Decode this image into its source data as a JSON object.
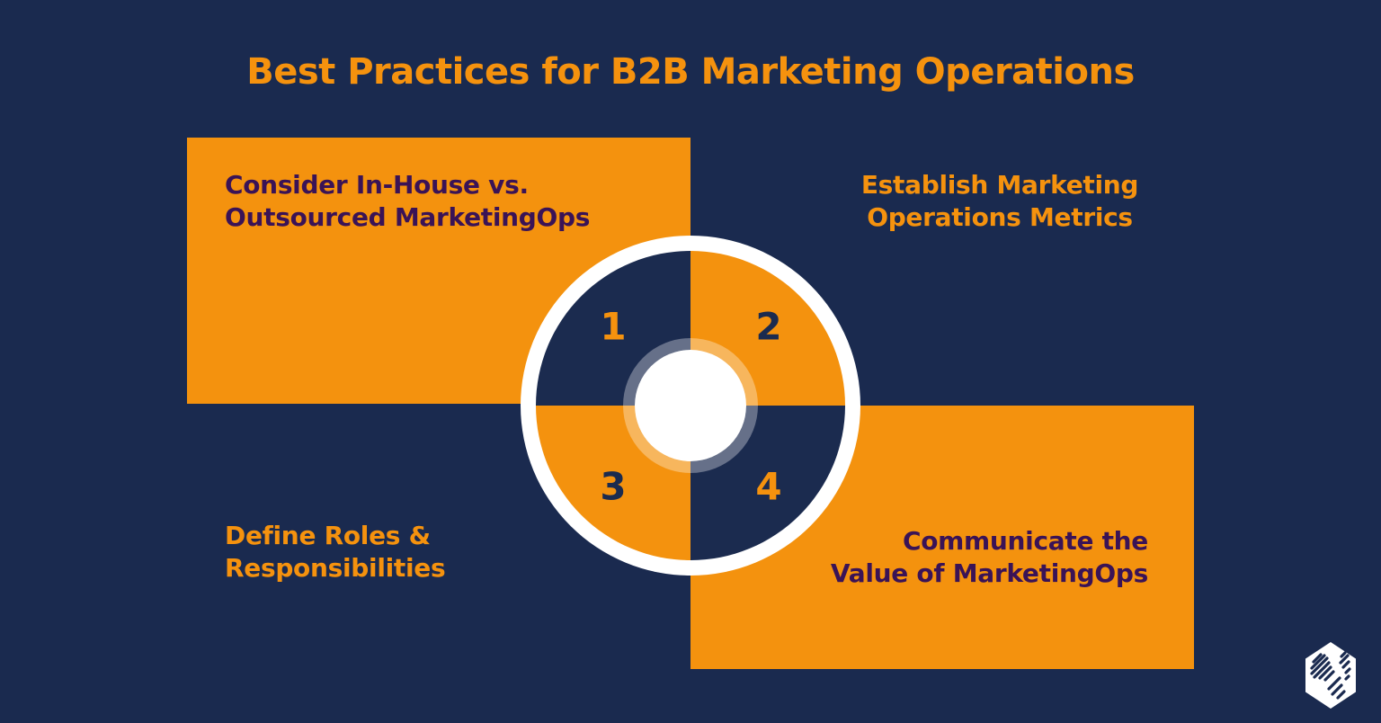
{
  "colors": {
    "background_navy": "#1A2A4F",
    "quadrant_navy": "#1B2B4F",
    "orange": "#F4920E",
    "purple_text": "#3A1356",
    "white": "#FFFFFF",
    "hub_halo": "rgba(255,255,255,0.33)"
  },
  "header": {
    "title": "Best Practices for B2B Marketing Operations"
  },
  "diagram": {
    "type": "four-quadrant-wheel",
    "steps": [
      {
        "number": "1",
        "position": "top-left",
        "line1": "Consider In-House vs.",
        "line2": "Outsourced MarketingOps"
      },
      {
        "number": "2",
        "position": "top-right",
        "line1": "Establish Marketing",
        "line2": "Operations Metrics"
      },
      {
        "number": "3",
        "position": "bottom-left",
        "line1": "Define Roles &",
        "line2": "Responsibilities"
      },
      {
        "number": "4",
        "position": "bottom-right",
        "line1": "Communicate the",
        "line2": "Value of MarketingOps"
      }
    ]
  },
  "footer": {
    "logo_icon": "hexagon-stripes-logo"
  }
}
